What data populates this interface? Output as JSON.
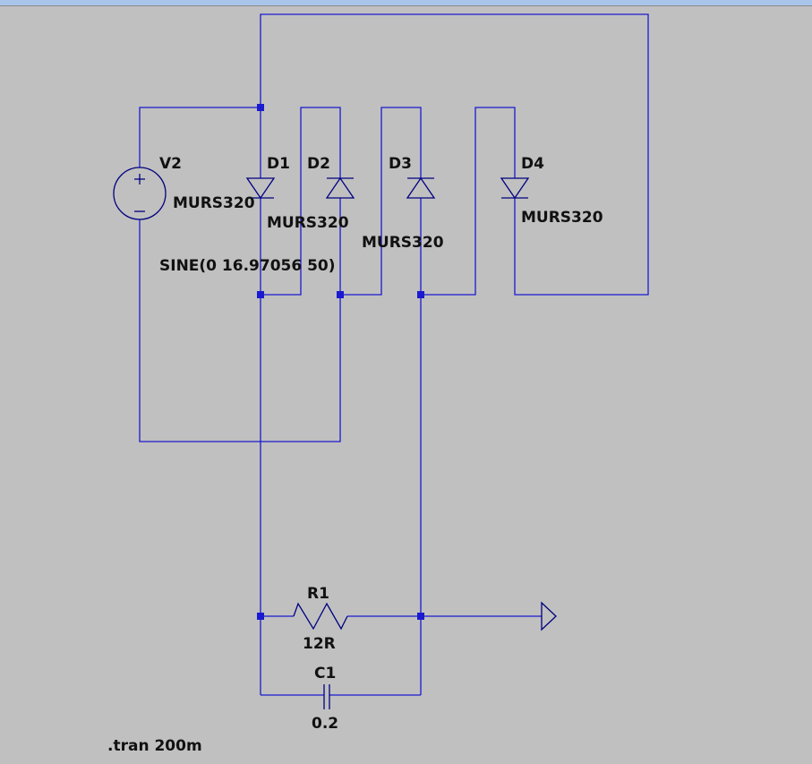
{
  "window": {
    "title_bar": ""
  },
  "schematic": {
    "source": {
      "name": "V2",
      "value": "SINE(0 16.97056 50)"
    },
    "diodes": [
      {
        "name": "D1",
        "model": "MURS320"
      },
      {
        "name": "D2",
        "model": "MURS320"
      },
      {
        "name": "D3",
        "model": "MURS320"
      },
      {
        "name": "D4",
        "model": "MURS320"
      }
    ],
    "resistor": {
      "name": "R1",
      "value": "12R"
    },
    "capacitor": {
      "name": "C1",
      "value": "0.2"
    },
    "directive": ".tran 200m"
  },
  "colors": {
    "background": "#c0c0c0",
    "wire": "#1a1ad0",
    "component": "#000080"
  }
}
